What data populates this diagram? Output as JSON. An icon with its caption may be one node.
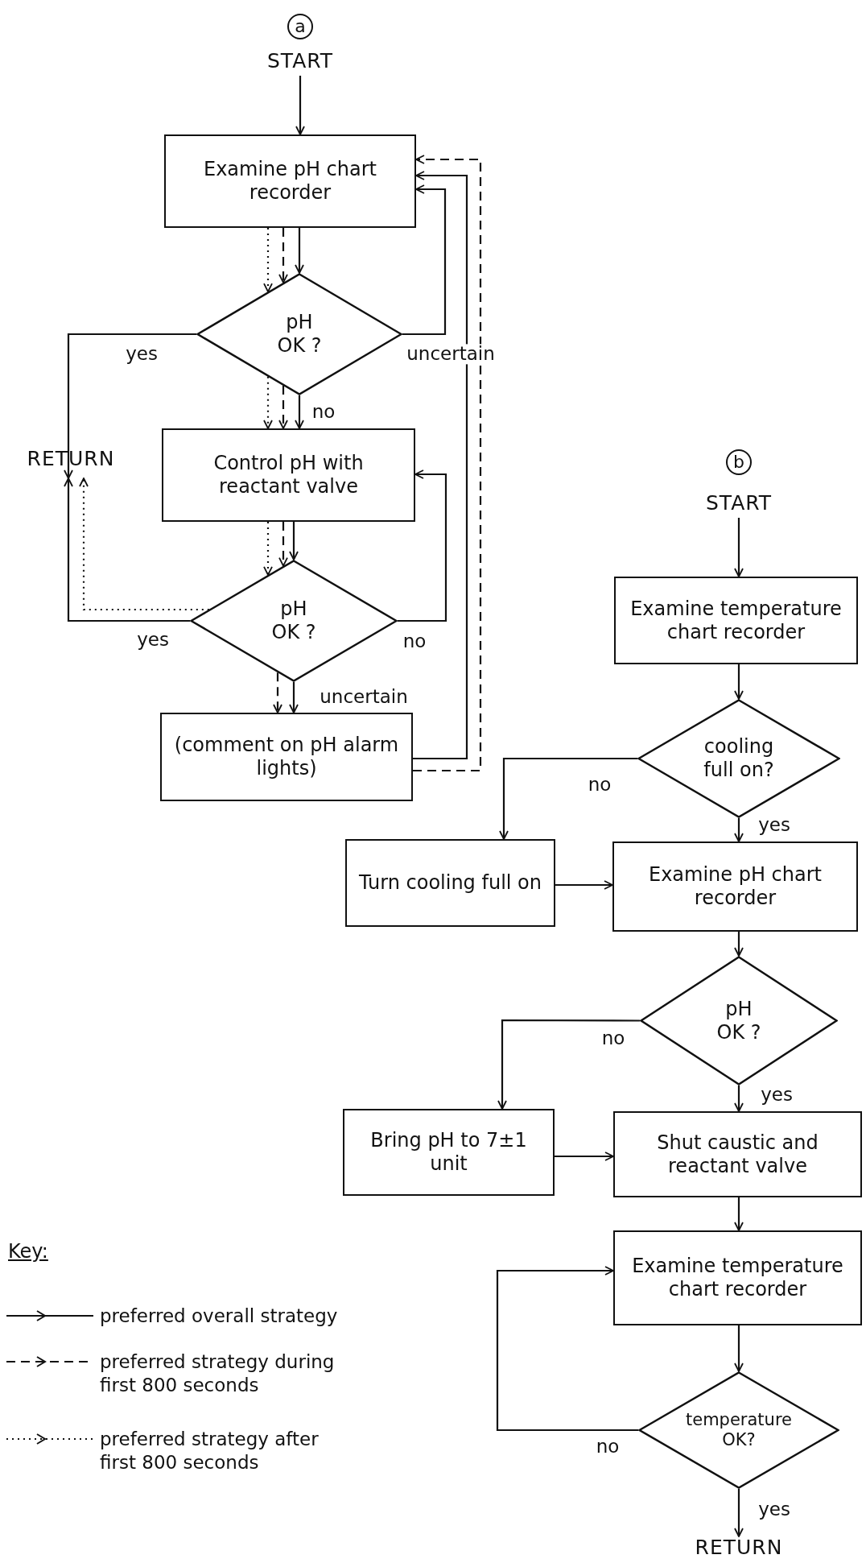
{
  "diagram": {
    "nodes": [
      {
        "text": [
          "START"
        ]
      },
      {
        "text": [
          "Examine pH chart recorder"
        ]
      },
      {
        "text": [
          "pH OK ?"
        ]
      },
      {
        "text": [
          "RETURN"
        ]
      },
      {
        "text": [
          "Control pH with reactant valve"
        ]
      },
      {
        "text": [
          "pH OK ?"
        ]
      },
      {
        "text": [
          "(comment on pH alarm lights)"
        ]
      },
      {
        "text": [
          "START"
        ]
      },
      {
        "text": [
          "Examine temperature chart recorder"
        ]
      },
      {
        "text": [
          "cooling full on?"
        ]
      },
      {
        "text": [
          "Turn cooling full on"
        ]
      },
      {
        "text": [
          "Examine pH chart recorder"
        ]
      },
      {
        "text": [
          "pH OK ?"
        ]
      },
      {
        "text": [
          "Bring pH to 7±1 unit"
        ]
      },
      {
        "text": [
          "Shut caustic and reactant valve"
        ]
      },
      {
        "text": [
          "Examine temperature chart recorder"
        ]
      },
      {
        "text": [
          "temperature OK?"
        ]
      },
      {
        "text": [
          "RETURN"
        ]
      }
    ],
    "edges": [
      {
        "from": 0,
        "to": 1,
        "arrow": "to"
      },
      {
        "from": 1,
        "to": 2,
        "arrow": "to"
      },
      {
        "from": 1,
        "to": 2,
        "arrow": "to",
        "style": "dashed"
      },
      {
        "from": 1,
        "to": 2,
        "arrow": "to",
        "style": "dashed"
      },
      {
        "from": 2,
        "to": 3,
        "arrow": "to",
        "label": "yes"
      },
      {
        "from": 2,
        "to": 1,
        "arrow": "to",
        "label": "uncertain"
      },
      {
        "from": 2,
        "to": 4,
        "arrow": "to",
        "label": "no"
      },
      {
        "from": 2,
        "to": 4,
        "arrow": "to",
        "style": "dashed"
      },
      {
        "from": 2,
        "to": 4,
        "arrow": "to",
        "style": "dashed"
      },
      {
        "from": 4,
        "to": 5,
        "arrow": "to"
      },
      {
        "from": 4,
        "to": 5,
        "arrow": "to",
        "style": "dashed"
      },
      {
        "from": 4,
        "to": 5,
        "arrow": "to",
        "style": "dashed"
      },
      {
        "from": 5,
        "to": 3,
        "arrow": "to",
        "label": "yes"
      },
      {
        "from": 5,
        "to": 3,
        "arrow": "to",
        "style": "dashed"
      },
      {
        "from": 5,
        "to": 4,
        "arrow": "to",
        "label": "no"
      },
      {
        "from": 5,
        "to": 6,
        "arrow": "to",
        "label": "uncertain"
      },
      {
        "from": 5,
        "to": 6,
        "arrow": "to",
        "style": "dashed"
      },
      {
        "from": 6,
        "to": 1,
        "arrow": "to"
      },
      {
        "from": 6,
        "to": 1,
        "arrow": "to",
        "style": "dashed"
      },
      {
        "from": 7,
        "to": 8,
        "arrow": "to"
      },
      {
        "from": 8,
        "to": 9,
        "arrow": "to"
      },
      {
        "from": 9,
        "to": 10,
        "arrow": "to",
        "label": "no"
      },
      {
        "from": 9,
        "to": 11,
        "arrow": "to",
        "label": "yes"
      },
      {
        "from": 10,
        "to": 11,
        "arrow": "to"
      },
      {
        "from": 11,
        "to": 12,
        "arrow": "to"
      },
      {
        "from": 12,
        "to": 13,
        "arrow": "to",
        "label": "no"
      },
      {
        "from": 12,
        "to": 14,
        "arrow": "to",
        "label": "yes"
      },
      {
        "from": 13,
        "to": 14,
        "arrow": "to"
      },
      {
        "from": 14,
        "to": 15,
        "arrow": "to"
      },
      {
        "from": 15,
        "to": 16,
        "arrow": "to"
      },
      {
        "from": 16,
        "to": 15,
        "arrow": "to",
        "label": "no"
      },
      {
        "from": 16,
        "to": 17,
        "arrow": "to",
        "label": "yes"
      }
    ],
    "labels": [
      "a",
      "b",
      "Key:"
    ],
    "legend": [
      {
        "text": "preferred overall strategy"
      },
      {
        "text": "preferred strategy during first 800 seconds"
      },
      {
        "text": "preferred strategy after first 800 seconds"
      }
    ]
  }
}
